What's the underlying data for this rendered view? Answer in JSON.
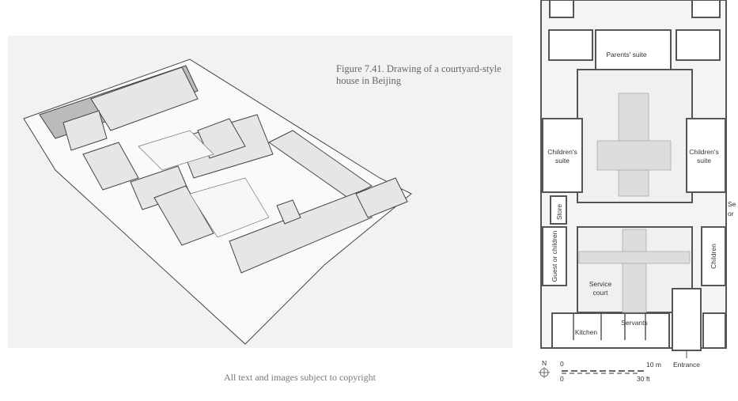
{
  "figure": {
    "caption": "Figure 7.41. Drawing of a courtyard-style house in Beijing",
    "image_icon": "courtyard-house-drawing"
  },
  "footer": {
    "copyright": "All text and images subject to copyright"
  },
  "plan": {
    "labels": {
      "parents": "Parents' suite",
      "children_left_1": "Children's",
      "children_left_2": "suite",
      "children_right_1": "Children's",
      "children_right_2": "suite",
      "store": "Store",
      "guest": "Guest or children",
      "children": "Children",
      "service_1": "Service",
      "service_2": "court",
      "kitchen": "Kitchen",
      "servants": "Servants",
      "entrance": "Entrance",
      "cut_1": "Se",
      "cut_2": "or"
    },
    "scale": {
      "north": "N",
      "zero_m": "0",
      "ten_m": "10 m",
      "zero_ft": "0",
      "thirty_ft": "30 ft"
    }
  }
}
